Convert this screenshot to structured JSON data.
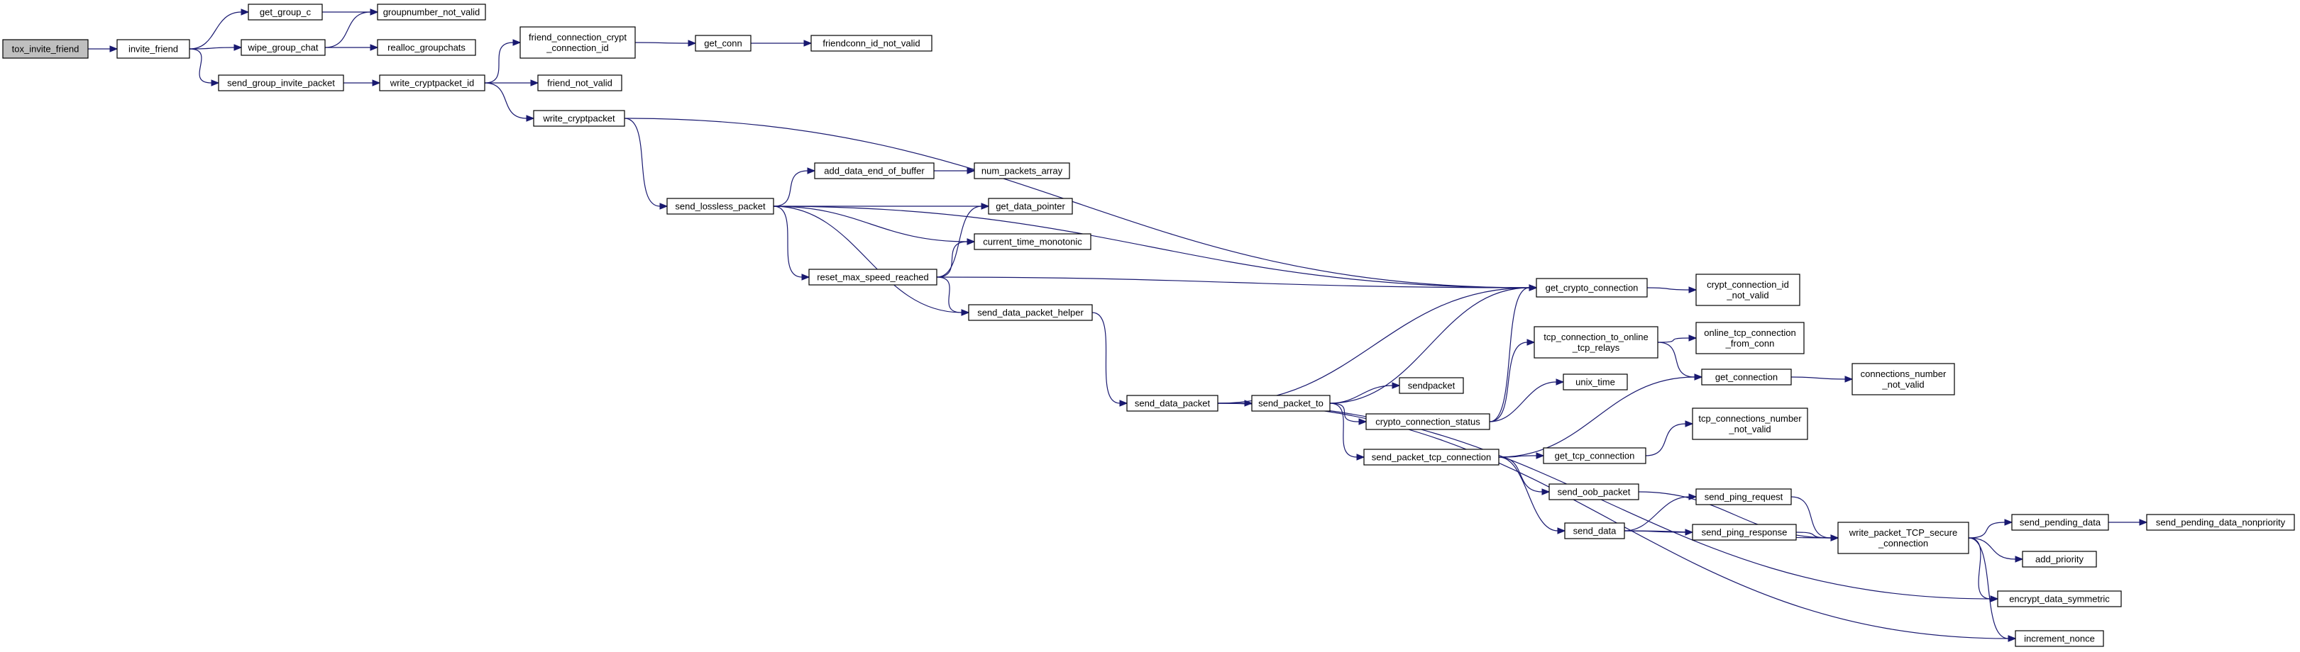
{
  "diagram": {
    "type": "call-graph",
    "colors": {
      "edge": "#191970",
      "root_fill": "#bfbfbf",
      "node_fill": "#ffffff",
      "border": "#000000"
    },
    "nodes": [
      {
        "id": "tox_invite_friend",
        "lines": [
          "tox_invite_friend"
        ],
        "root": true
      },
      {
        "id": "invite_friend",
        "lines": [
          "invite_friend"
        ]
      },
      {
        "id": "get_group_c",
        "lines": [
          "get_group_c"
        ]
      },
      {
        "id": "groupnumber_not_valid",
        "lines": [
          "groupnumber_not_valid"
        ]
      },
      {
        "id": "wipe_group_chat",
        "lines": [
          "wipe_group_chat"
        ]
      },
      {
        "id": "realloc_groupchats",
        "lines": [
          "realloc_groupchats"
        ]
      },
      {
        "id": "send_group_invite_packet",
        "lines": [
          "send_group_invite_packet"
        ]
      },
      {
        "id": "write_cryptpacket_id",
        "lines": [
          "write_cryptpacket_id"
        ]
      },
      {
        "id": "friend_connection_crypt_connection_id",
        "lines": [
          "friend_connection_crypt",
          "_connection_id"
        ]
      },
      {
        "id": "get_conn",
        "lines": [
          "get_conn"
        ]
      },
      {
        "id": "friendconn_id_not_valid",
        "lines": [
          "friendconn_id_not_valid"
        ]
      },
      {
        "id": "friend_not_valid",
        "lines": [
          "friend_not_valid"
        ]
      },
      {
        "id": "write_cryptpacket",
        "lines": [
          "write_cryptpacket"
        ]
      },
      {
        "id": "send_lossless_packet",
        "lines": [
          "send_lossless_packet"
        ]
      },
      {
        "id": "add_data_end_of_buffer",
        "lines": [
          "add_data_end_of_buffer"
        ]
      },
      {
        "id": "num_packets_array",
        "lines": [
          "num_packets_array"
        ]
      },
      {
        "id": "get_data_pointer",
        "lines": [
          "get_data_pointer"
        ]
      },
      {
        "id": "current_time_monotonic",
        "lines": [
          "current_time_monotonic"
        ]
      },
      {
        "id": "reset_max_speed_reached",
        "lines": [
          "reset_max_speed_reached"
        ]
      },
      {
        "id": "send_data_packet_helper",
        "lines": [
          "send_data_packet_helper"
        ]
      },
      {
        "id": "get_crypto_connection",
        "lines": [
          "get_crypto_connection"
        ]
      },
      {
        "id": "crypt_connection_id_not_valid",
        "lines": [
          "crypt_connection_id",
          "_not_valid"
        ]
      },
      {
        "id": "tcp_connection_to_online_tcp_relays",
        "lines": [
          "tcp_connection_to_online",
          "_tcp_relays"
        ]
      },
      {
        "id": "online_tcp_connection_from_conn",
        "lines": [
          "online_tcp_connection",
          "_from_conn"
        ]
      },
      {
        "id": "get_connection",
        "lines": [
          "get_connection"
        ]
      },
      {
        "id": "connections_number_not_valid",
        "lines": [
          "connections_number",
          "_not_valid"
        ]
      },
      {
        "id": "send_data_packet",
        "lines": [
          "send_data_packet"
        ]
      },
      {
        "id": "send_packet_to",
        "lines": [
          "send_packet_to"
        ]
      },
      {
        "id": "sendpacket",
        "lines": [
          "sendpacket"
        ]
      },
      {
        "id": "unix_time",
        "lines": [
          "unix_time"
        ]
      },
      {
        "id": "crypto_connection_status",
        "lines": [
          "crypto_connection_status"
        ]
      },
      {
        "id": "tcp_connections_number_not_valid",
        "lines": [
          "tcp_connections_number",
          "_not_valid"
        ]
      },
      {
        "id": "send_packet_tcp_connection",
        "lines": [
          "send_packet_tcp_connection"
        ]
      },
      {
        "id": "get_tcp_connection",
        "lines": [
          "get_tcp_connection"
        ]
      },
      {
        "id": "send_oob_packet",
        "lines": [
          "send_oob_packet"
        ]
      },
      {
        "id": "send_ping_request",
        "lines": [
          "send_ping_request"
        ]
      },
      {
        "id": "send_data",
        "lines": [
          "send_data"
        ]
      },
      {
        "id": "send_ping_response",
        "lines": [
          "send_ping_response"
        ]
      },
      {
        "id": "write_packet_TCP_secure_connection",
        "lines": [
          "write_packet_TCP_secure",
          "_connection"
        ]
      },
      {
        "id": "send_pending_data",
        "lines": [
          "send_pending_data"
        ]
      },
      {
        "id": "send_pending_data_nonpriority",
        "lines": [
          "send_pending_data_nonpriority"
        ]
      },
      {
        "id": "add_priority",
        "lines": [
          "add_priority"
        ]
      },
      {
        "id": "encrypt_data_symmetric",
        "lines": [
          "encrypt_data_symmetric"
        ]
      },
      {
        "id": "increment_nonce",
        "lines": [
          "increment_nonce"
        ]
      }
    ],
    "edges": [
      [
        "tox_invite_friend",
        "invite_friend"
      ],
      [
        "invite_friend",
        "get_group_c"
      ],
      [
        "invite_friend",
        "wipe_group_chat"
      ],
      [
        "invite_friend",
        "send_group_invite_packet"
      ],
      [
        "get_group_c",
        "groupnumber_not_valid"
      ],
      [
        "wipe_group_chat",
        "groupnumber_not_valid"
      ],
      [
        "wipe_group_chat",
        "realloc_groupchats"
      ],
      [
        "send_group_invite_packet",
        "write_cryptpacket_id"
      ],
      [
        "write_cryptpacket_id",
        "friend_connection_crypt_connection_id"
      ],
      [
        "write_cryptpacket_id",
        "friend_not_valid"
      ],
      [
        "write_cryptpacket_id",
        "write_cryptpacket"
      ],
      [
        "friend_connection_crypt_connection_id",
        "get_conn"
      ],
      [
        "get_conn",
        "friendconn_id_not_valid"
      ],
      [
        "write_cryptpacket",
        "get_crypto_connection"
      ],
      [
        "write_cryptpacket",
        "send_lossless_packet"
      ],
      [
        "send_lossless_packet",
        "add_data_end_of_buffer"
      ],
      [
        "send_lossless_packet",
        "get_data_pointer"
      ],
      [
        "send_lossless_packet",
        "current_time_monotonic"
      ],
      [
        "send_lossless_packet",
        "reset_max_speed_reached"
      ],
      [
        "send_lossless_packet",
        "send_data_packet_helper"
      ],
      [
        "send_lossless_packet",
        "get_crypto_connection"
      ],
      [
        "add_data_end_of_buffer",
        "num_packets_array"
      ],
      [
        "reset_max_speed_reached",
        "get_data_pointer"
      ],
      [
        "reset_max_speed_reached",
        "current_time_monotonic"
      ],
      [
        "reset_max_speed_reached",
        "get_crypto_connection"
      ],
      [
        "reset_max_speed_reached",
        "send_data_packet_helper"
      ],
      [
        "send_data_packet_helper",
        "send_data_packet"
      ],
      [
        "get_crypto_connection",
        "crypt_connection_id_not_valid"
      ],
      [
        "send_data_packet",
        "get_crypto_connection"
      ],
      [
        "send_data_packet",
        "send_packet_to"
      ],
      [
        "send_data_packet",
        "encrypt_data_symmetric"
      ],
      [
        "send_data_packet",
        "increment_nonce"
      ],
      [
        "send_packet_to",
        "get_crypto_connection"
      ],
      [
        "send_packet_to",
        "sendpacket"
      ],
      [
        "send_packet_to",
        "crypto_connection_status"
      ],
      [
        "send_packet_to",
        "send_packet_tcp_connection"
      ],
      [
        "crypto_connection_status",
        "get_crypto_connection"
      ],
      [
        "crypto_connection_status",
        "tcp_connection_to_online_tcp_relays"
      ],
      [
        "crypto_connection_status",
        "unix_time"
      ],
      [
        "tcp_connection_to_online_tcp_relays",
        "online_tcp_connection_from_conn"
      ],
      [
        "tcp_connection_to_online_tcp_relays",
        "get_connection"
      ],
      [
        "get_connection",
        "connections_number_not_valid"
      ],
      [
        "send_packet_tcp_connection",
        "get_connection"
      ],
      [
        "send_packet_tcp_connection",
        "get_tcp_connection"
      ],
      [
        "send_packet_tcp_connection",
        "send_oob_packet"
      ],
      [
        "send_packet_tcp_connection",
        "send_data"
      ],
      [
        "get_tcp_connection",
        "tcp_connections_number_not_valid"
      ],
      [
        "send_oob_packet",
        "write_packet_TCP_secure_connection"
      ],
      [
        "send_data",
        "send_ping_request"
      ],
      [
        "send_data",
        "send_ping_response"
      ],
      [
        "send_data",
        "write_packet_TCP_secure_connection"
      ],
      [
        "send_ping_request",
        "write_packet_TCP_secure_connection"
      ],
      [
        "send_ping_response",
        "write_packet_TCP_secure_connection"
      ],
      [
        "write_packet_TCP_secure_connection",
        "send_pending_data"
      ],
      [
        "write_packet_TCP_secure_connection",
        "add_priority"
      ],
      [
        "write_packet_TCP_secure_connection",
        "encrypt_data_symmetric"
      ],
      [
        "write_packet_TCP_secure_connection",
        "increment_nonce"
      ],
      [
        "send_pending_data",
        "send_pending_data_nonpriority"
      ]
    ]
  }
}
